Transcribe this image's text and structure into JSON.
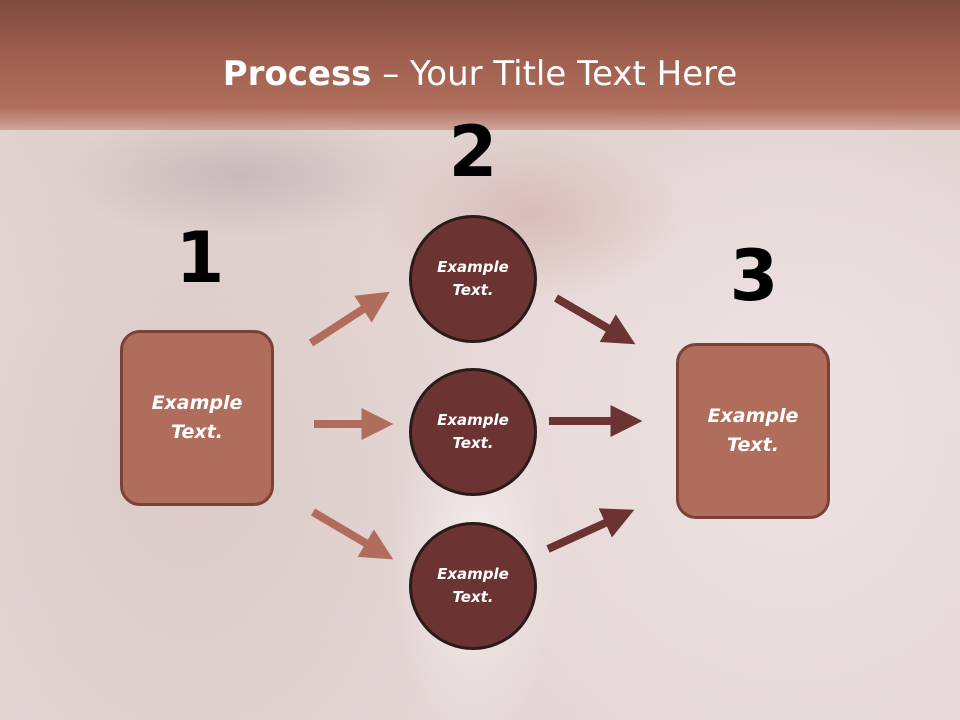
{
  "title": {
    "bold": "Process",
    "rest": " – Your Title Text Here"
  },
  "steps": [
    {
      "number": "1",
      "box_text": "Example Text."
    },
    {
      "number": "2",
      "circles": [
        "Example Text.",
        "Example Text.",
        "Example Text."
      ]
    },
    {
      "number": "3",
      "box_text": "Example Text."
    }
  ],
  "colors": {
    "header": "#a0604f",
    "box_fill": "#b06d5b",
    "circle_fill": "#6b3433",
    "arrow_light": "#b06d5b",
    "arrow_dark": "#6b3433"
  }
}
